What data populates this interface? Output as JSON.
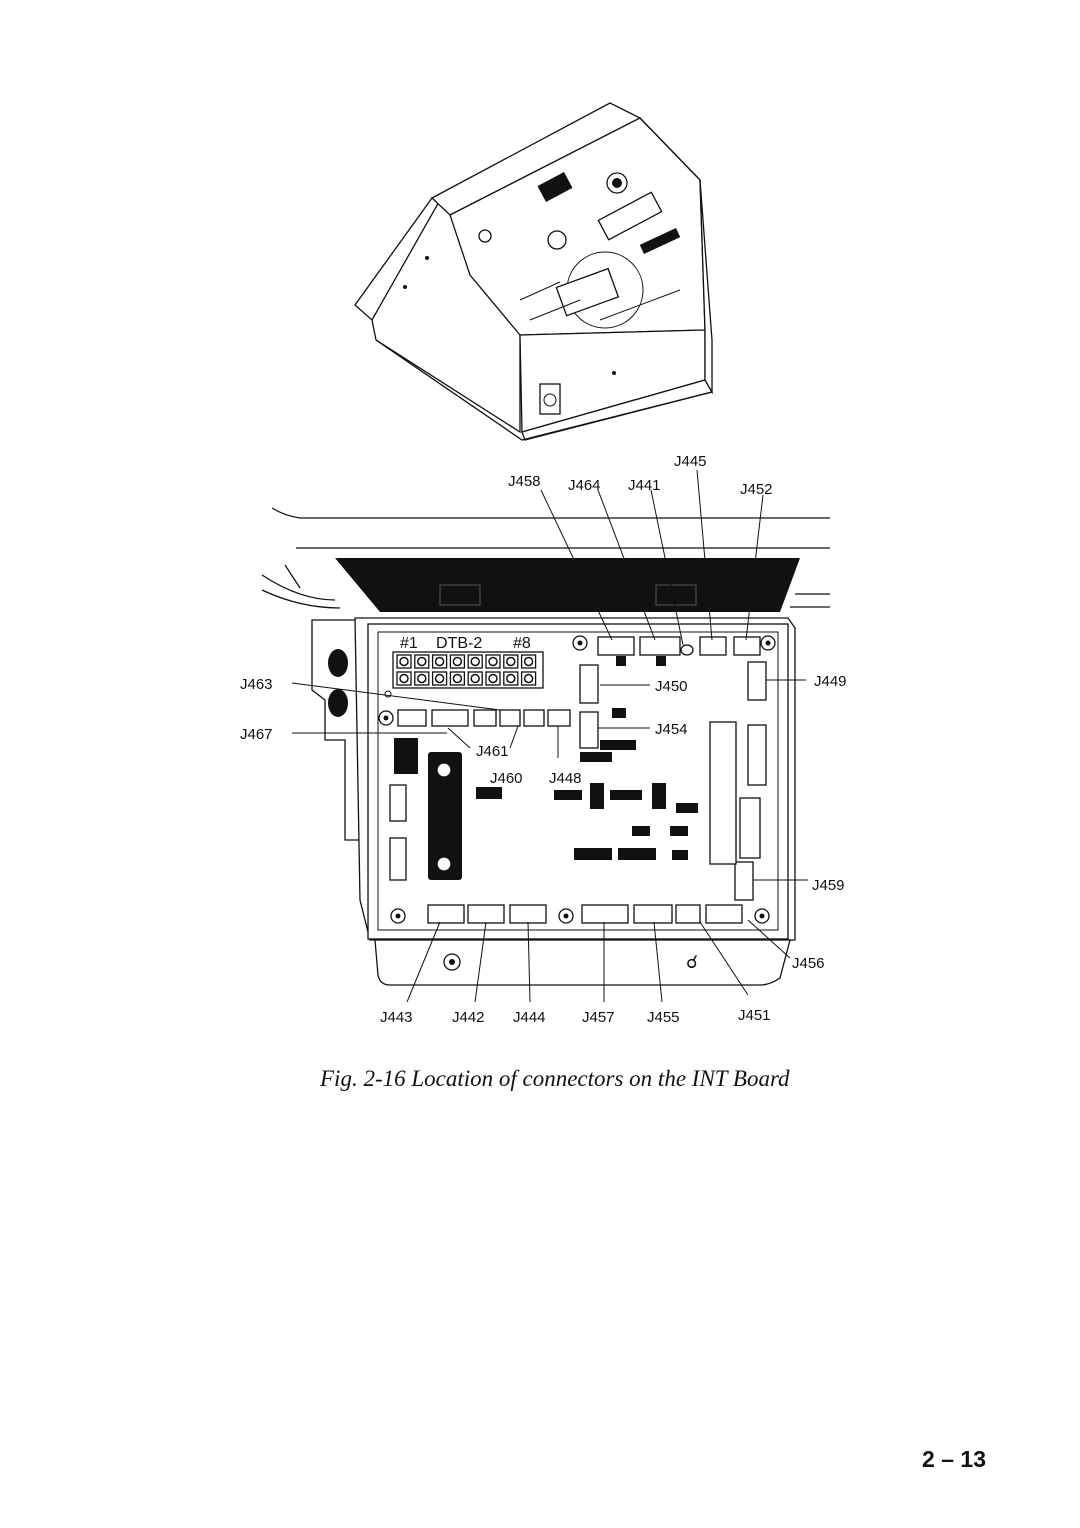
{
  "figure": {
    "caption": "Fig. 2-16 Location of connectors on the INT Board",
    "page_number": "2 – 13",
    "terminal_block": {
      "name": "DTB-2",
      "first": "#1",
      "last": "#8"
    },
    "connectors": {
      "J458": "J458",
      "J464": "J464",
      "J441": "J441",
      "J445": "J445",
      "J452": "J452",
      "J449": "J449",
      "J450": "J450",
      "J454": "J454",
      "J463": "J463",
      "J467": "J467",
      "J461": "J461",
      "J460": "J460",
      "J448": "J448",
      "J459": "J459",
      "J456": "J456",
      "J443": "J443",
      "J442": "J442",
      "J444": "J444",
      "J457": "J457",
      "J455": "J455",
      "J451": "J451"
    }
  }
}
